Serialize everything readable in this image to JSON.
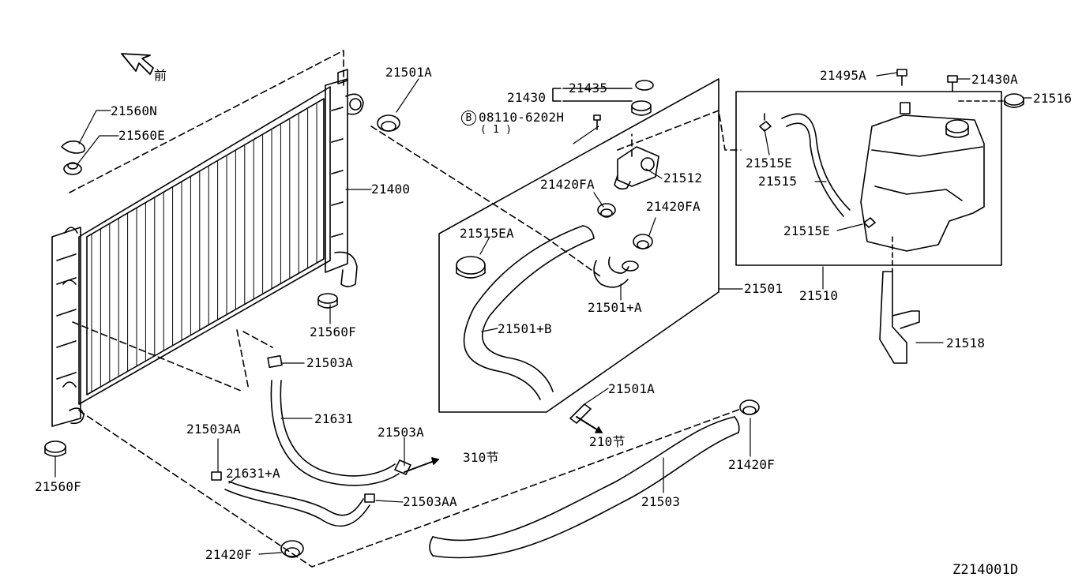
{
  "diagram_id": "Z214001D",
  "front_label": "前",
  "ref_310": "310节",
  "ref_210": "210节",
  "bolt_note": {
    "circle": "B",
    "code": "08110-6202H",
    "qty": "( 1 )"
  },
  "parts": {
    "p21560N": "21560N",
    "p21560E": "21560E",
    "p21400": "21400",
    "p21501A_top": "21501A",
    "p21560F_mid": "21560F",
    "p21560F_left": "21560F",
    "p21503A_a": "21503A",
    "p21631": "21631",
    "p21503A_b": "21503A",
    "p21503AA_a": "21503AA",
    "p21631A": "21631+A",
    "p21503AA_b": "21503AA",
    "p21420F_bottom": "21420F",
    "p21503": "21503",
    "p21420F_right": "21420F",
    "p21501A_bottom": "21501A",
    "p21501B": "21501+B",
    "p21501": "21501",
    "p21501PA": "21501+A",
    "p21515EA": "21515EA",
    "p21420FA_a": "21420FA",
    "p21420FA_b": "21420FA",
    "p21512": "21512",
    "p21430": "21430",
    "p21435": "21435",
    "p21495A": "21495A",
    "p21430A": "21430A",
    "p21516": "21516",
    "p21515E_a": "21515E",
    "p21515": "21515",
    "p21515E_b": "21515E",
    "p21510": "21510",
    "p21518": "21518"
  }
}
